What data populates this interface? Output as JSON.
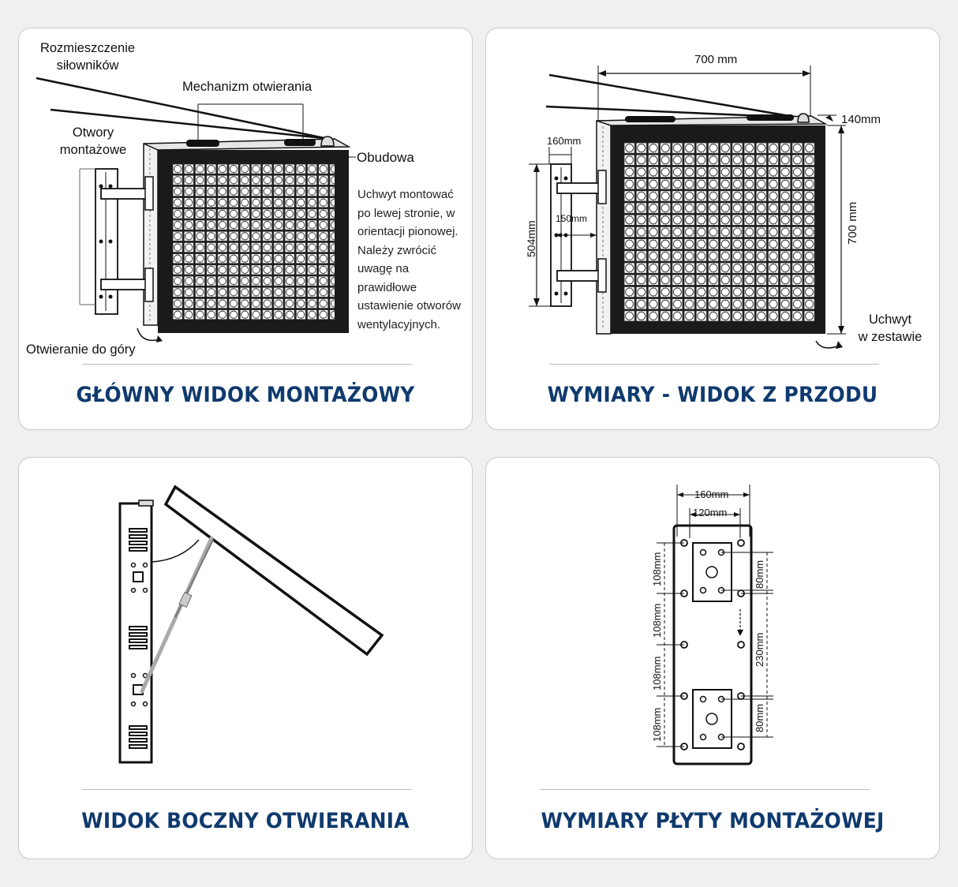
{
  "colors": {
    "caption": "#0f3a6e",
    "line": "#111111",
    "card_border": "#c9c9c9"
  },
  "panels": [
    {
      "caption": "GŁÓWNY WIDOK MONTAŻOWY",
      "labels": {
        "actuators": [
          "Rozmieszczenie",
          "siłowników"
        ],
        "mechanism": "Mechanizm otwierania",
        "holes": [
          "Otwory",
          "montażowe"
        ],
        "housing": "Obudowa",
        "opening_up": "Otwieranie do góry",
        "note": [
          "Uchwyt montować",
          "po lewej stronie, w",
          "orientacji pionowej.",
          "Należy zwrócić",
          "uwagę na",
          "prawidłowe",
          "ustawienie otworów",
          "wentylacyjnych."
        ]
      }
    },
    {
      "caption": "WYMIARY - WIDOK Z PRZODU",
      "labels": {
        "width": "700 mm",
        "height": "700 mm",
        "depth": "140mm",
        "bracket_width": "160mm",
        "arm": "150mm",
        "bracket_height": "504mm",
        "handle": [
          "Uchwyt",
          "w zestawie"
        ]
      }
    },
    {
      "caption": "WIDOK BOCZNY OTWIERANIA"
    },
    {
      "caption": "WYMIARY PŁYTY MONTAŻOWEJ",
      "labels": {
        "outer_width": "160mm",
        "inner_width": "120mm",
        "left_spacing": [
          "108mm",
          "108mm",
          "108mm",
          "108mm"
        ],
        "right_small": "80mm",
        "right_mid": "230mm",
        "right_small_2": "80mm"
      }
    }
  ]
}
